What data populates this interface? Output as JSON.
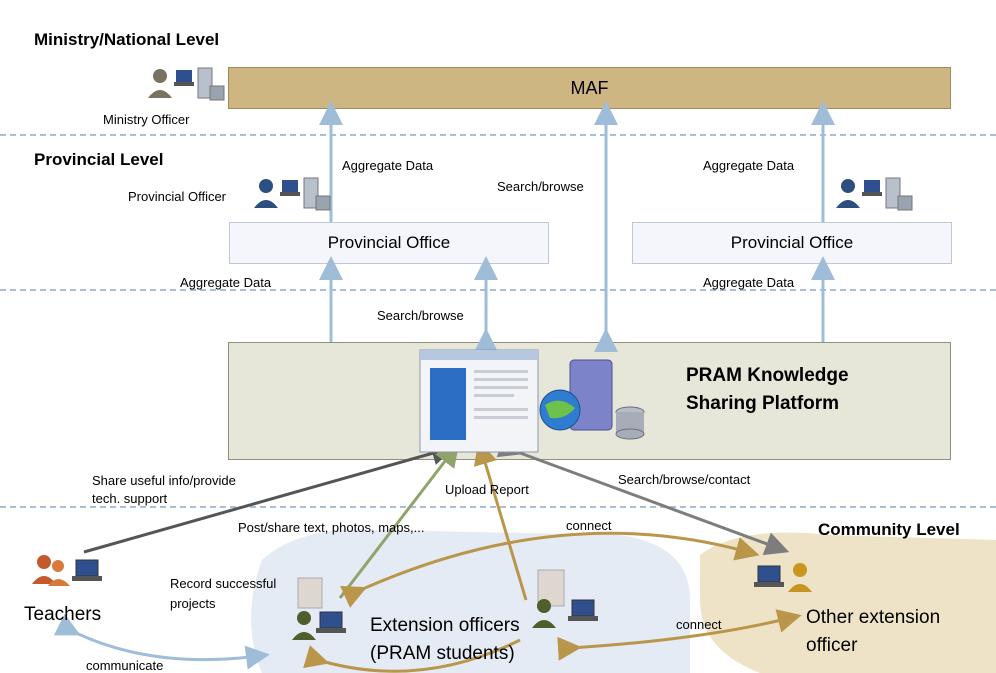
{
  "levels": {
    "ministry": "Ministry/National Level",
    "provincial": "Provincial Level",
    "community": "Community Level"
  },
  "boxes": {
    "maf": "MAF",
    "provincial_office_left": "Provincial Office",
    "provincial_office_right": "Provincial Office",
    "pram_line1": "PRAM Knowledge",
    "pram_line2": "Sharing Platform"
  },
  "actors": {
    "ministry_officer": "Ministry Officer",
    "provincial_officer": "Provincial Officer",
    "teachers": "Teachers",
    "extension_officers_line1": "Extension officers",
    "extension_officers_line2": "(PRAM students)",
    "other_extension_line1": "Other extension",
    "other_extension_line2": "officer"
  },
  "flows": {
    "aggregate_data_1": "Aggregate Data",
    "aggregate_data_2": "Aggregate Data",
    "aggregate_data_3": "Aggregate Data",
    "aggregate_data_4": "Aggregate Data",
    "search_browse_1": "Search/browse",
    "search_browse_2": "Search/browse",
    "share_info_line1": "Share useful info/provide",
    "share_info_line2": "tech. support",
    "upload_report": "Upload Report",
    "search_browse_contact": "Search/browse/contact",
    "post_share": "Post/share text, photos, maps,...",
    "connect_1": "connect",
    "connect_2": "connect",
    "record_line1": "Record successful",
    "record_line2": "projects",
    "communicate": "communicate"
  }
}
